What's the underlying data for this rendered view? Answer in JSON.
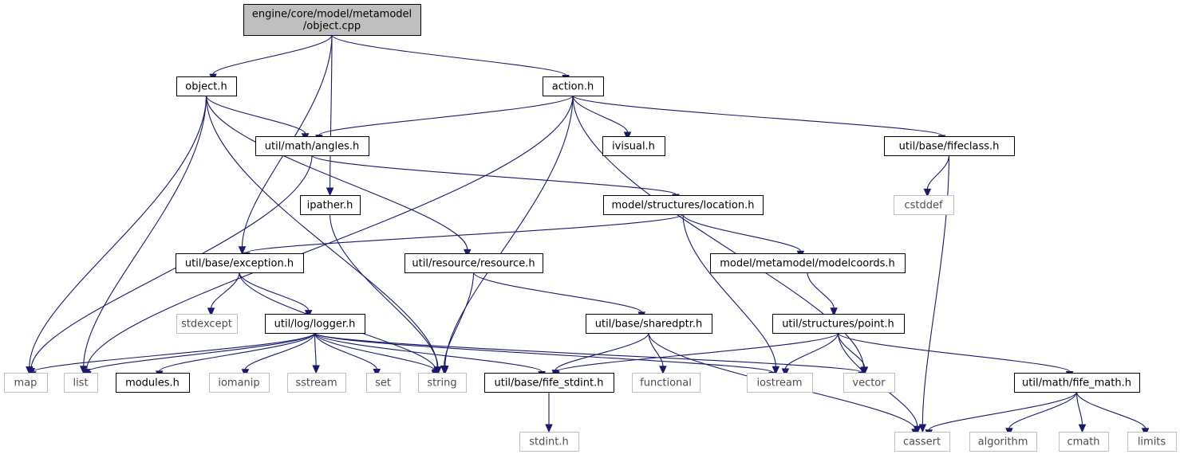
{
  "colors": {
    "edge": "#191970",
    "root_fill": "#bfbfbf",
    "node_border": "#000000",
    "external_border": "#bfbfbf",
    "external_text": "#4d4d4d",
    "background": "#ffffff"
  },
  "nodes": [
    {
      "id": "root",
      "lines": [
        "engine/core/model/metamodel",
        "/object.cpp"
      ],
      "kind": "root"
    },
    {
      "id": "object_h",
      "lines": [
        "object.h"
      ],
      "kind": "header"
    },
    {
      "id": "action_h",
      "lines": [
        "action.h"
      ],
      "kind": "header"
    },
    {
      "id": "angles_h",
      "lines": [
        "util/math/angles.h"
      ],
      "kind": "header"
    },
    {
      "id": "ivisual_h",
      "lines": [
        "ivisual.h"
      ],
      "kind": "header"
    },
    {
      "id": "fifeclass_h",
      "lines": [
        "util/base/fifeclass.h"
      ],
      "kind": "header"
    },
    {
      "id": "ipather_h",
      "lines": [
        "ipather.h"
      ],
      "kind": "header"
    },
    {
      "id": "location_h",
      "lines": [
        "model/structures/location.h"
      ],
      "kind": "header"
    },
    {
      "id": "cstddef",
      "lines": [
        "cstddef"
      ],
      "kind": "external"
    },
    {
      "id": "exception_h",
      "lines": [
        "util/base/exception.h"
      ],
      "kind": "header"
    },
    {
      "id": "resource_h",
      "lines": [
        "util/resource/resource.h"
      ],
      "kind": "header"
    },
    {
      "id": "modelcoords_h",
      "lines": [
        "model/metamodel/modelcoords.h"
      ],
      "kind": "header"
    },
    {
      "id": "stdexcept",
      "lines": [
        "stdexcept"
      ],
      "kind": "external"
    },
    {
      "id": "logger_h",
      "lines": [
        "util/log/logger.h"
      ],
      "kind": "header"
    },
    {
      "id": "sharedptr_h",
      "lines": [
        "util/base/sharedptr.h"
      ],
      "kind": "header"
    },
    {
      "id": "point_h",
      "lines": [
        "util/structures/point.h"
      ],
      "kind": "header"
    },
    {
      "id": "map",
      "lines": [
        "map"
      ],
      "kind": "external"
    },
    {
      "id": "list",
      "lines": [
        "list"
      ],
      "kind": "external"
    },
    {
      "id": "modules_h",
      "lines": [
        "modules.h"
      ],
      "kind": "header"
    },
    {
      "id": "iomanip",
      "lines": [
        "iomanip"
      ],
      "kind": "external"
    },
    {
      "id": "sstream",
      "lines": [
        "sstream"
      ],
      "kind": "external"
    },
    {
      "id": "set",
      "lines": [
        "set"
      ],
      "kind": "external"
    },
    {
      "id": "string",
      "lines": [
        "string"
      ],
      "kind": "external"
    },
    {
      "id": "fife_stdint_h",
      "lines": [
        "util/base/fife_stdint.h"
      ],
      "kind": "header"
    },
    {
      "id": "functional",
      "lines": [
        "functional"
      ],
      "kind": "external"
    },
    {
      "id": "iostream",
      "lines": [
        "iostream"
      ],
      "kind": "external"
    },
    {
      "id": "vector",
      "lines": [
        "vector"
      ],
      "kind": "external"
    },
    {
      "id": "fife_math_h",
      "lines": [
        "util/math/fife_math.h"
      ],
      "kind": "header"
    },
    {
      "id": "stdint_h",
      "lines": [
        "stdint.h"
      ],
      "kind": "external"
    },
    {
      "id": "cassert",
      "lines": [
        "cassert"
      ],
      "kind": "external"
    },
    {
      "id": "algorithm",
      "lines": [
        "algorithm"
      ],
      "kind": "external"
    },
    {
      "id": "cmath",
      "lines": [
        "cmath"
      ],
      "kind": "external"
    },
    {
      "id": "limits",
      "lines": [
        "limits"
      ],
      "kind": "external"
    }
  ],
  "edges": [
    [
      "root",
      "object_h"
    ],
    [
      "root",
      "action_h"
    ],
    [
      "root",
      "ipather_h"
    ],
    [
      "root",
      "exception_h"
    ],
    [
      "object_h",
      "angles_h"
    ],
    [
      "object_h",
      "map"
    ],
    [
      "object_h",
      "list"
    ],
    [
      "object_h",
      "string"
    ],
    [
      "object_h",
      "resource_h"
    ],
    [
      "action_h",
      "angles_h"
    ],
    [
      "action_h",
      "ivisual_h"
    ],
    [
      "action_h",
      "fifeclass_h"
    ],
    [
      "action_h",
      "list"
    ],
    [
      "action_h",
      "string"
    ],
    [
      "action_h",
      "vector"
    ],
    [
      "angles_h",
      "location_h"
    ],
    [
      "angles_h",
      "map"
    ],
    [
      "fifeclass_h",
      "cstddef"
    ],
    [
      "fifeclass_h",
      "cassert"
    ],
    [
      "ipather_h",
      "string"
    ],
    [
      "location_h",
      "exception_h"
    ],
    [
      "location_h",
      "modelcoords_h"
    ],
    [
      "location_h",
      "iostream"
    ],
    [
      "exception_h",
      "stdexcept"
    ],
    [
      "exception_h",
      "logger_h"
    ],
    [
      "exception_h",
      "string"
    ],
    [
      "resource_h",
      "sharedptr_h"
    ],
    [
      "resource_h",
      "string"
    ],
    [
      "modelcoords_h",
      "point_h"
    ],
    [
      "logger_h",
      "map"
    ],
    [
      "logger_h",
      "list"
    ],
    [
      "logger_h",
      "modules_h"
    ],
    [
      "logger_h",
      "iomanip"
    ],
    [
      "logger_h",
      "sstream"
    ],
    [
      "logger_h",
      "set"
    ],
    [
      "logger_h",
      "string"
    ],
    [
      "logger_h",
      "fife_stdint_h"
    ],
    [
      "logger_h",
      "iostream"
    ],
    [
      "logger_h",
      "vector"
    ],
    [
      "sharedptr_h",
      "fife_stdint_h"
    ],
    [
      "sharedptr_h",
      "functional"
    ],
    [
      "sharedptr_h",
      "cassert"
    ],
    [
      "point_h",
      "fife_stdint_h"
    ],
    [
      "point_h",
      "iostream"
    ],
    [
      "point_h",
      "vector"
    ],
    [
      "point_h",
      "cassert"
    ],
    [
      "point_h",
      "fife_math_h"
    ],
    [
      "fife_stdint_h",
      "stdint_h"
    ],
    [
      "fife_math_h",
      "cassert"
    ],
    [
      "fife_math_h",
      "algorithm"
    ],
    [
      "fife_math_h",
      "cmath"
    ],
    [
      "fife_math_h",
      "limits"
    ]
  ]
}
